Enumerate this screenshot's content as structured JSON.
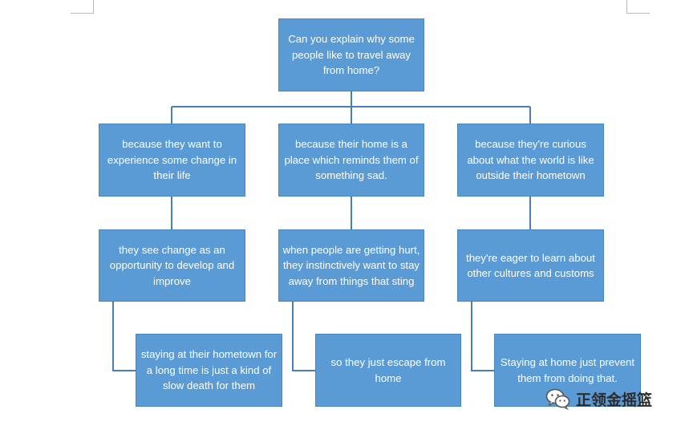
{
  "diagram": {
    "root": "Can you explain why some people like to travel away from home?",
    "reasons": [
      "because they want to experience some change in their life",
      "because their home is a place which reminds them of something sad.",
      "because they're curious about what the world is like outside their hometown"
    ],
    "details": [
      "they see change as an opportunity to develop and improve",
      "when people are getting hurt, they instinctively want to stay away from things that sting",
      "they're eager to learn about other cultures and customs"
    ],
    "conclusions": [
      "staying at their hometown for a long time is just a kind of slow death for them",
      "so they just escape from home",
      "Staying at home just prevent them from doing that."
    ]
  },
  "colors": {
    "box_fill": "#5b9bd5",
    "box_text": "#ffffff",
    "connector": "#4a7fb5"
  },
  "watermark": {
    "text": "正领金摇篮",
    "icon": "wechat-icon"
  }
}
